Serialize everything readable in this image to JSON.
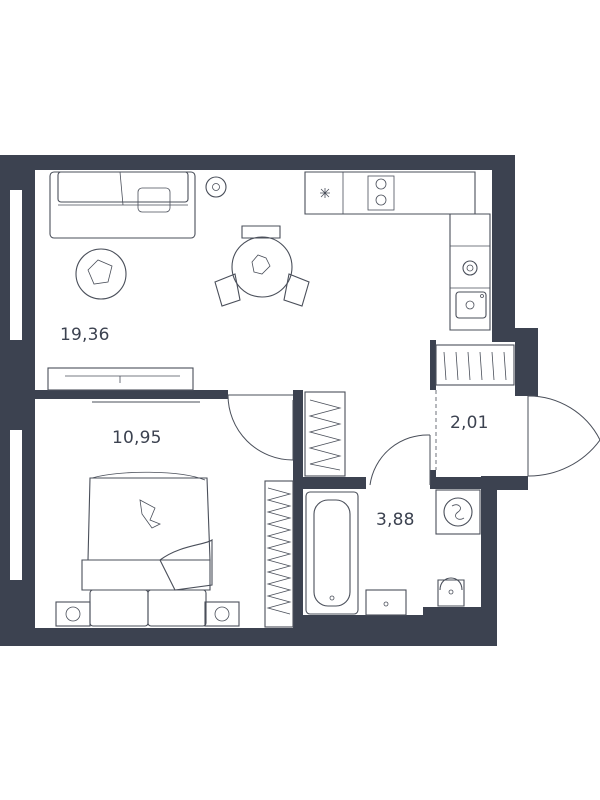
{
  "rooms": [
    {
      "id": "living-kitchen",
      "area": "19,36"
    },
    {
      "id": "bedroom",
      "area": "10,95"
    },
    {
      "id": "hallway",
      "area": "2,01"
    },
    {
      "id": "bathroom",
      "area": "3,88"
    }
  ],
  "colors": {
    "walls": "#3c4250",
    "lines": "#4a4f5a",
    "background": "#ffffff"
  },
  "icons": [
    "sofa-icon",
    "dining-table-icon",
    "bed-icon",
    "bathtub-icon",
    "toilet-icon",
    "washing-machine-icon",
    "stove-icon",
    "sink-icon",
    "wardrobe-icon",
    "tv-icon"
  ]
}
